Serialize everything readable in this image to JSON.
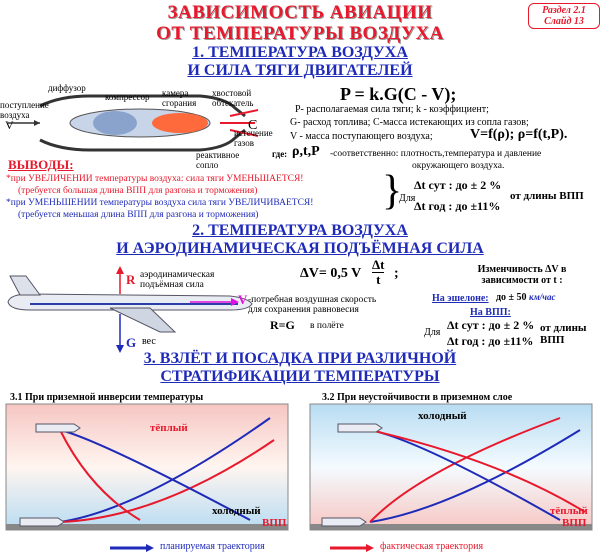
{
  "badge": {
    "line1": "Раздел 2.1",
    "line2": "Слайд 13"
  },
  "title": {
    "line1": "ЗАВИСИМОСТЬ АВИАЦИИ",
    "line2": "ОТ ТЕМПЕРАТУРЫ ВОЗДУХА"
  },
  "section1": {
    "heading1": "1. ТЕМПЕРАТУРА ВОЗДУХА",
    "heading2": "И СИЛА ТЯГИ ДВИГАТЕЛЕЙ",
    "engine_labels": {
      "diffuser": "диффузор",
      "compressor": "компрессор",
      "chamber": "камера сгорания",
      "tail": "хвостовой обтекатель",
      "inlet": "поступление воздуха",
      "v": "V",
      "c": "C",
      "outflow": "истечение газов",
      "nozzle": "реактивное сопло"
    },
    "formula_main": "P = k.G(C - V);",
    "def1": "P- располагаемая сила тяги; k - коэффициент;",
    "def2": "G- расход топлива; C-масса истекающих из сопла газов;",
    "def3_a": "V - масса поступающего воздуха;",
    "def3_b": "V=f(ρ); ρ=f(t,P).",
    "def4_a": "где:",
    "def4_b": "ρ,t,P",
    "def4_c": "-соответственно: плотность,температура и давление",
    "def4_d": "окружающего воздуха.",
    "conclusions_title": "ВЫВОДЫ:",
    "conc1": "*при УВЕЛИЧЕНИИ температуры воздуха: сила тяги УМЕНЬШАЕТСЯ!",
    "conc1b": "(требуется большая длина ВПП для разгона и торможения)",
    "conc2": "*при УМЕНЬШЕНИИ температуры воздуха сила тяги УВЕЛИЧИВАЕТСЯ!",
    "conc2b": "(требуется меньшая длина ВПП для разгона и торможения)",
    "for_label": "Для",
    "dt_sut": "Δt сут : до ± 2 %",
    "dt_god": "Δt год : до ±11%",
    "runway_len": "от длины ВПП"
  },
  "section2": {
    "heading1": "2. ТЕМПЕРАТУРА ВОЗДУХА",
    "heading2": "И АЭРОДИНАМИЧЕСКАЯ ПОДЪЁМНАЯ СИЛА",
    "r": "R",
    "lift": "аэродинамическая подъёмная сила",
    "g": "G",
    "weight": "вес",
    "v": "V",
    "v_desc": "-потребная воздушная скорость для сохранения равновесия",
    "rg": "R=G",
    "in_flight": "в полёте",
    "formula_dv": "ΔV= 0,5 V",
    "frac_num": "Δt",
    "frac_den": "t",
    "variability": "Изменчивость ΔV в зависимости от t :",
    "echelon": "На эшелоне:",
    "echelon_val": "до ± 50",
    "echelon_unit": "км/час",
    "vpp": "На ВПП:",
    "for_label": "Для",
    "dt_sut": "Δt сут : до ± 2 %",
    "dt_god": "Δt год : до ±11%",
    "runway_len": "от длины ВПП"
  },
  "section3": {
    "heading1": "3. ВЗЛЁТ И ПОСАДКА ПРИ РАЗЛИЧНОЙ",
    "heading2": "СТРАТИФИКАЦИИ ТЕМПЕРАТУРЫ",
    "left_title": "3.1 При приземной инверсии температуры",
    "right_title": "3.2 При неустойчивости в приземном слое",
    "left_warm": "тёплый",
    "left_cold": "холодный",
    "left_vpp": "ВПП",
    "right_cold": "холодный",
    "right_warm": "тёплый",
    "right_vpp": "ВПП",
    "legend_planned": "планируемая траектория",
    "legend_actual": "фактическая траектория"
  },
  "colors": {
    "red": "#e8192c",
    "blue": "#1f2bb8",
    "magenta": "#e010e0"
  }
}
